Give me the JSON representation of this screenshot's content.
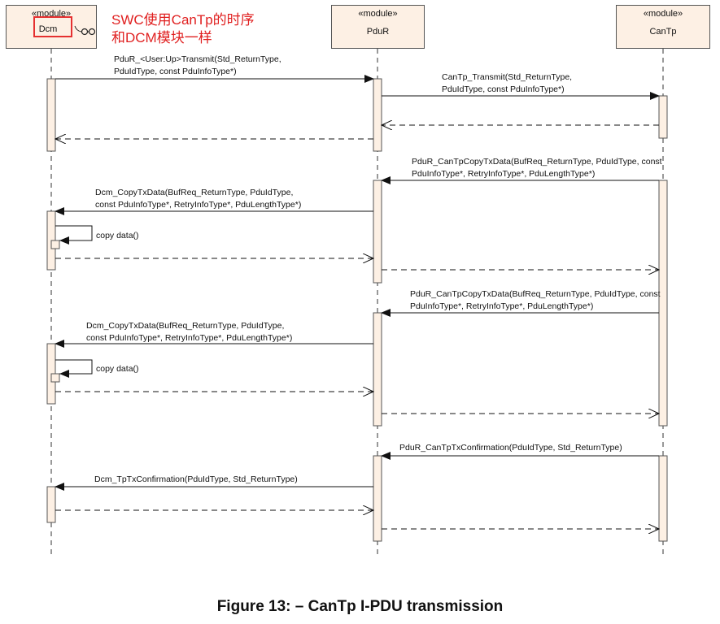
{
  "lifelines": [
    {
      "id": "dcm",
      "stereotype": "«module»",
      "name": "Dcm"
    },
    {
      "id": "pdur",
      "stereotype": "«module»",
      "name": "PduR"
    },
    {
      "id": "cantp",
      "stereotype": "«module»",
      "name": "CanTp"
    }
  ],
  "annotation": "SWC使用CanTp的时序\n和DCM模块一样",
  "messages": {
    "m1": "PduR_<User:Up>Transmit(Std_ReturnType,\nPduIdType, const PduInfoType*)",
    "m2": "CanTp_Transmit(Std_ReturnType,\nPduIdType, const PduInfoType*)",
    "m3": "PduR_CanTpCopyTxData(BufReq_ReturnType, PduIdType, const\nPduInfoType*, RetryInfoType*, PduLengthType*)",
    "m4": "Dcm_CopyTxData(BufReq_ReturnType, PduIdType,\nconst PduInfoType*, RetryInfoType*, PduLengthType*)",
    "m5": "copy data()",
    "m6": "PduR_CanTpCopyTxData(BufReq_ReturnType, PduIdType, const\nPduInfoType*, RetryInfoType*, PduLengthType*)",
    "m7": "Dcm_CopyTxData(BufReq_ReturnType, PduIdType,\nconst PduInfoType*, RetryInfoType*, PduLengthType*)",
    "m8": "copy data()",
    "m9": "PduR_CanTpTxConfirmation(PduIdType, Std_ReturnType)",
    "m10": "Dcm_TpTxConfirmation(PduIdType, Std_ReturnType)"
  },
  "caption": "Figure 13: – CanTp I-PDU transmission",
  "colors": {
    "activation_fill": "#fdf0e4",
    "annotation": "#e02020",
    "highlight_box": "#e53030",
    "line": "#111111"
  }
}
